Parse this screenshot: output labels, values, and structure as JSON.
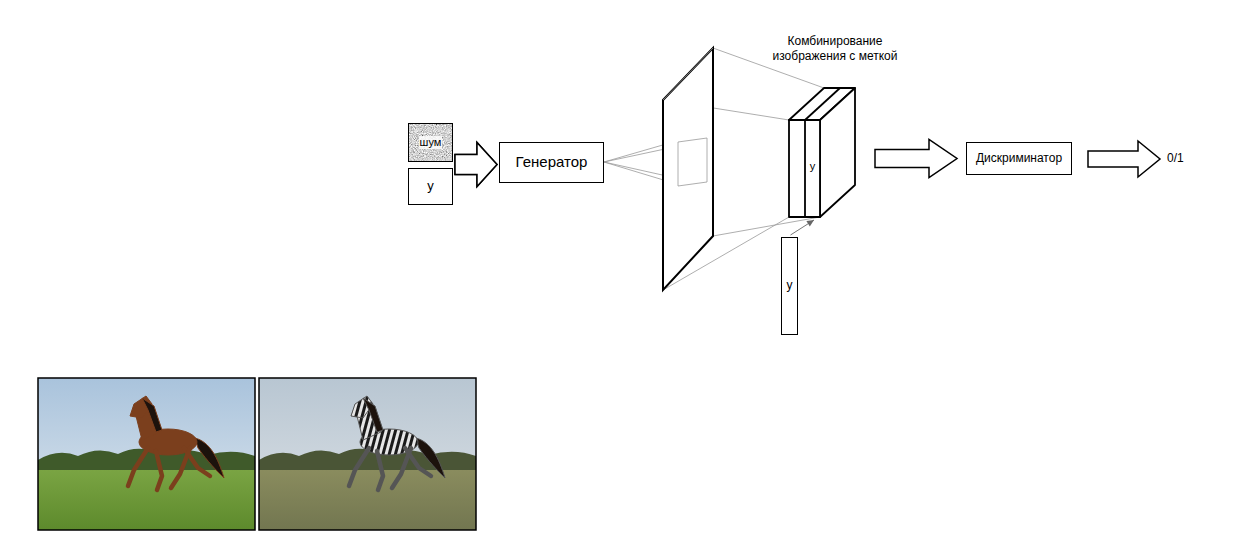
{
  "diagram": {
    "nodes": [
      {
        "text": [
          "шум"
        ]
      },
      {
        "text": [
          "y"
        ]
      },
      {
        "text": [
          "Генератор"
        ]
      },
      {
        "text": [
          "y"
        ]
      },
      {
        "text": [
          "y"
        ]
      },
      {
        "text": [
          "Дискриминатор"
        ]
      }
    ],
    "edges": [
      {
        "from": 0,
        "to": 2,
        "arrow": "to"
      },
      {
        "from": 1,
        "to": 2,
        "arrow": "to"
      },
      {
        "from": 4,
        "to": 3,
        "arrow": "to"
      },
      {
        "from": 3,
        "to": 5,
        "arrow": "to"
      }
    ],
    "labels": [
      "Комбинирование изображения с меткой",
      "0/1"
    ]
  }
}
